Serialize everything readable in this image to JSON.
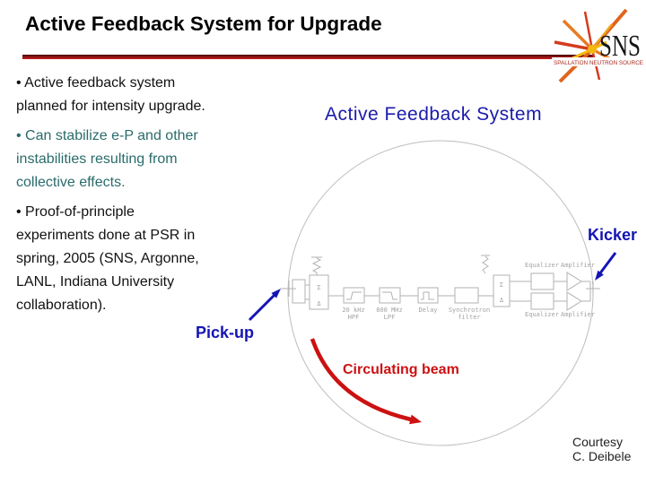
{
  "slide": {
    "title": "Active Feedback System for Upgrade",
    "bullets": {
      "b1": "• Active feedback system\nplanned for intensity upgrade.",
      "b2": "• Can stabilize e-P and other\ninstabilities resulting from\ncollective effects.",
      "b3": "• Proof-of-principle\nexperiments done at PSR in\nspring, 2005 (SNS, Argonne,\nLANL, Indiana University\ncollaboration)."
    },
    "diagram_heading": "Active Feedback System",
    "callouts": {
      "kicker": "Kicker",
      "pickup": "Pick-up",
      "beam": "Circulating beam"
    },
    "credit": "Courtesy\nC. Deibele",
    "logo": {
      "acronym": "SNS",
      "subtitle": "SPALLATION NEUTRON SOURCE"
    },
    "diagram": {
      "hpf1": "20 kHz",
      "hpf2": "HPF",
      "lpf1": "800 MHz",
      "lpf2": "LPF",
      "delay": "Delay",
      "sync1": "Synchrotron",
      "sync2": "filter",
      "eq_top": "Equalizer",
      "amp_top": "Amplifier",
      "eq_bot": "Equalizer",
      "amp_bot": "Amplifier",
      "sigma1": "Σ",
      "delta1": "Δ",
      "sigma2": "Σ",
      "delta2": "Δ"
    },
    "colors": {
      "heading_blue": "#1b1bab",
      "callout_blue": "#1414b4",
      "accent_red": "#cc1111",
      "bullet_teal": "#2a6b6b",
      "divider_red": "#9c1014"
    }
  }
}
